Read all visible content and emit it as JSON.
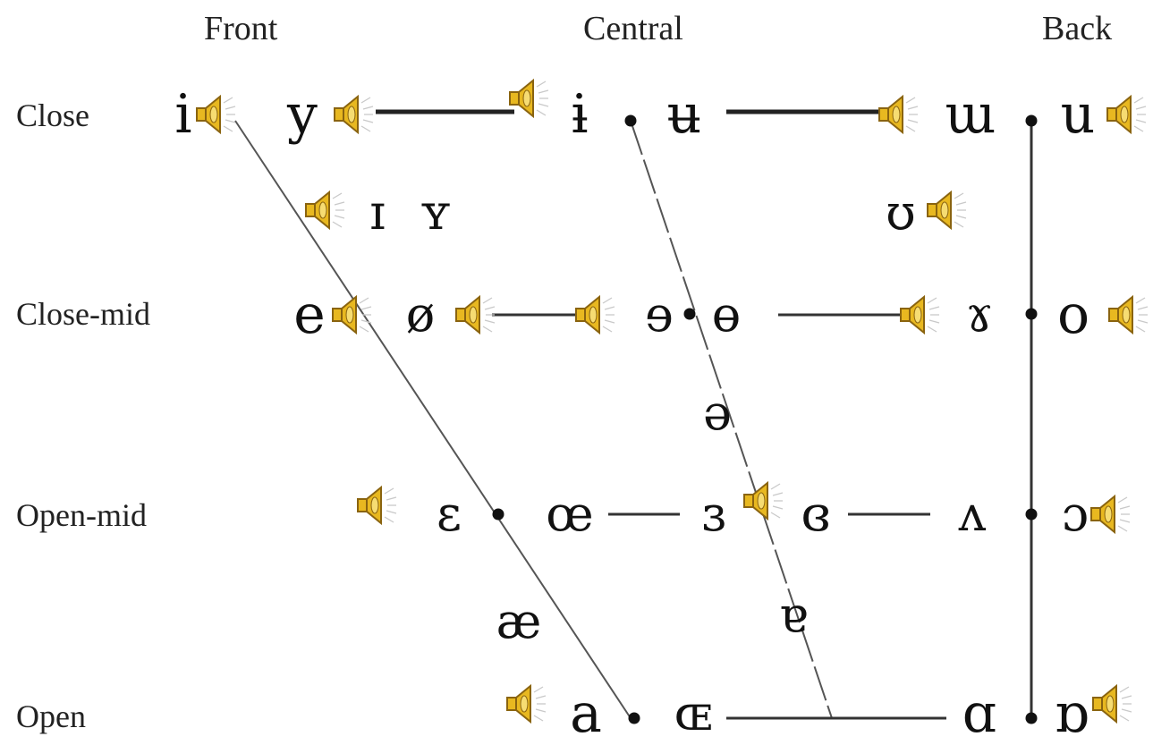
{
  "columns": {
    "front": "Front",
    "central": "Central",
    "back": "Back"
  },
  "rows": {
    "close": "Close",
    "close_mid": "Close-mid",
    "open_mid": "Open-mid",
    "open": "Open"
  },
  "vowels": {
    "close_front_unrounded": "i",
    "close_front_rounded": "y",
    "close_central_unrounded": "ɨ",
    "close_central_rounded": "ʉ",
    "close_back_unrounded": "ɯ",
    "close_back_rounded": "u",
    "near_close_front_unrounded": "ɪ",
    "near_close_front_rounded": "ʏ",
    "near_close_back_rounded": "ʊ",
    "close_mid_front_unrounded": "e",
    "close_mid_front_rounded": "ø",
    "close_mid_central_unrounded": "ɘ",
    "close_mid_central_rounded": "ɵ",
    "close_mid_back_unrounded": "ɤ",
    "close_mid_back_rounded": "o",
    "mid_central": "ə",
    "open_mid_front_unrounded": "ɛ",
    "open_mid_front_rounded": "œ",
    "open_mid_central_unrounded": "ɜ",
    "open_mid_central_rounded": "ɞ",
    "open_mid_back_unrounded": "ʌ",
    "open_mid_back_rounded": "ɔ",
    "near_open_front_unrounded": "æ",
    "near_open_central": "ɐ",
    "open_front_unrounded": "a",
    "open_front_rounded": "ɶ",
    "open_back_unrounded": "ɑ",
    "open_back_rounded": "ɒ"
  },
  "icons": {
    "audio": "speaker-icon"
  },
  "colors": {
    "speaker_fill": "#e8b820",
    "speaker_dark": "#8a6410",
    "line": "#333333"
  }
}
